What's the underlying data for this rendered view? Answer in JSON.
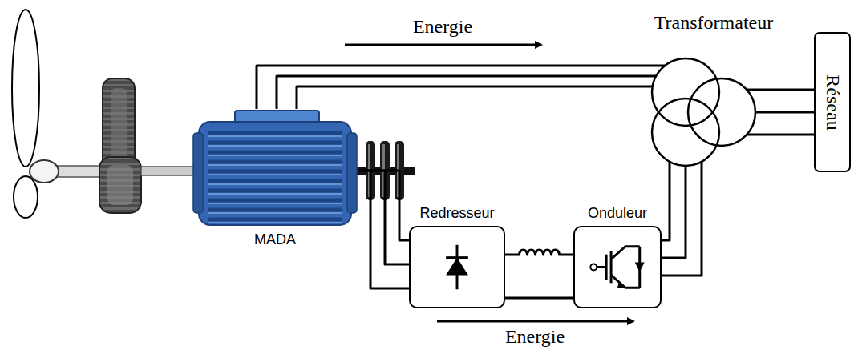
{
  "diagram": {
    "nodes": [
      {
        "text": [
          "MADA"
        ]
      },
      {
        "text": [
          "Transformateur"
        ]
      },
      {
        "text": [
          "Réseau"
        ]
      },
      {
        "text": [
          "Redresseur"
        ]
      },
      {
        "text": [
          "Onduleur"
        ]
      }
    ],
    "edges": [
      {
        "from": 0,
        "to": 1,
        "arrow": "none"
      },
      {
        "from": 0,
        "to": 3,
        "arrow": "none"
      },
      {
        "from": 3,
        "to": 4,
        "arrow": "none"
      },
      {
        "from": 3,
        "to": 4,
        "arrow": "none"
      },
      {
        "from": 4,
        "to": 1,
        "arrow": "none"
      },
      {
        "from": 1,
        "to": 2,
        "arrow": "none"
      }
    ],
    "labels": [
      "Energie",
      "Energie"
    ]
  }
}
